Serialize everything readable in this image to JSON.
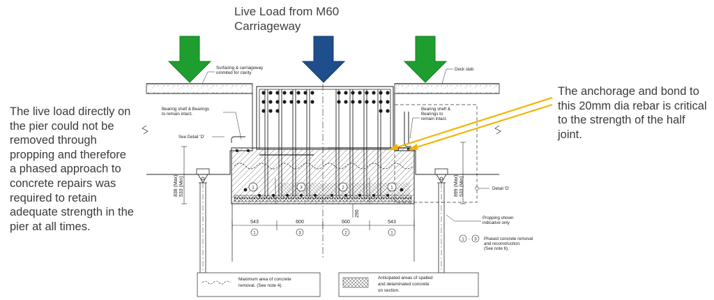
{
  "title_lines": [
    "Live Load from M60",
    "Carriageway"
  ],
  "left_note": "The live load directly on the pier could not be removed through propping and therefore a phased approach to concrete repairs was required to retain adequate strength in the pier at all times.",
  "right_note": "The anchorage and bond to this 20mm dia rebar is critical to the strength of the half joint.",
  "colors": {
    "green_arrow": "#1e9e2e",
    "blue_arrow": "#1f4e8c",
    "callout_line": "#f2b400"
  },
  "drawing": {
    "surfacing_note": [
      "Surfacing & carriageway",
      "ommited for clarity"
    ],
    "deck_slab": "Deck slab",
    "bearing_left": [
      "Bearing shelf & Bearings",
      "to remain intact."
    ],
    "bearing_right": [
      "Bearing shelf &",
      "Bearings to",
      "remain intact."
    ],
    "detail_left": "See Detail 'D'",
    "detail_right": "Detail 'D'",
    "dims_left": [
      "838 (Max)",
      "533 (Min)"
    ],
    "dims_right": [
      "899 (Max)",
      "533 (Min)"
    ],
    "dim_290": "290",
    "bottom_dims": [
      {
        "value": "543",
        "phase": "1"
      },
      {
        "value": "600",
        "phase": "3"
      },
      {
        "value": "600",
        "phase": "2"
      },
      {
        "value": "543",
        "phase": "1"
      }
    ],
    "section_phases": [
      "1",
      "3",
      "2",
      "1"
    ],
    "propping": [
      "Propping shown",
      "indicative only"
    ],
    "phased_circle_a": "1",
    "phased_dash": "-",
    "phased_circle_b": "3",
    "phased_note": [
      "Phased concrete removal",
      "and reconstruction.",
      "(See note 6)."
    ],
    "legend_left": [
      "Maximum area of concrete",
      "removal. (See note 4)."
    ],
    "legend_right": [
      "Anticipated areas of spalled",
      "and delaminated concrete",
      "on section."
    ]
  }
}
